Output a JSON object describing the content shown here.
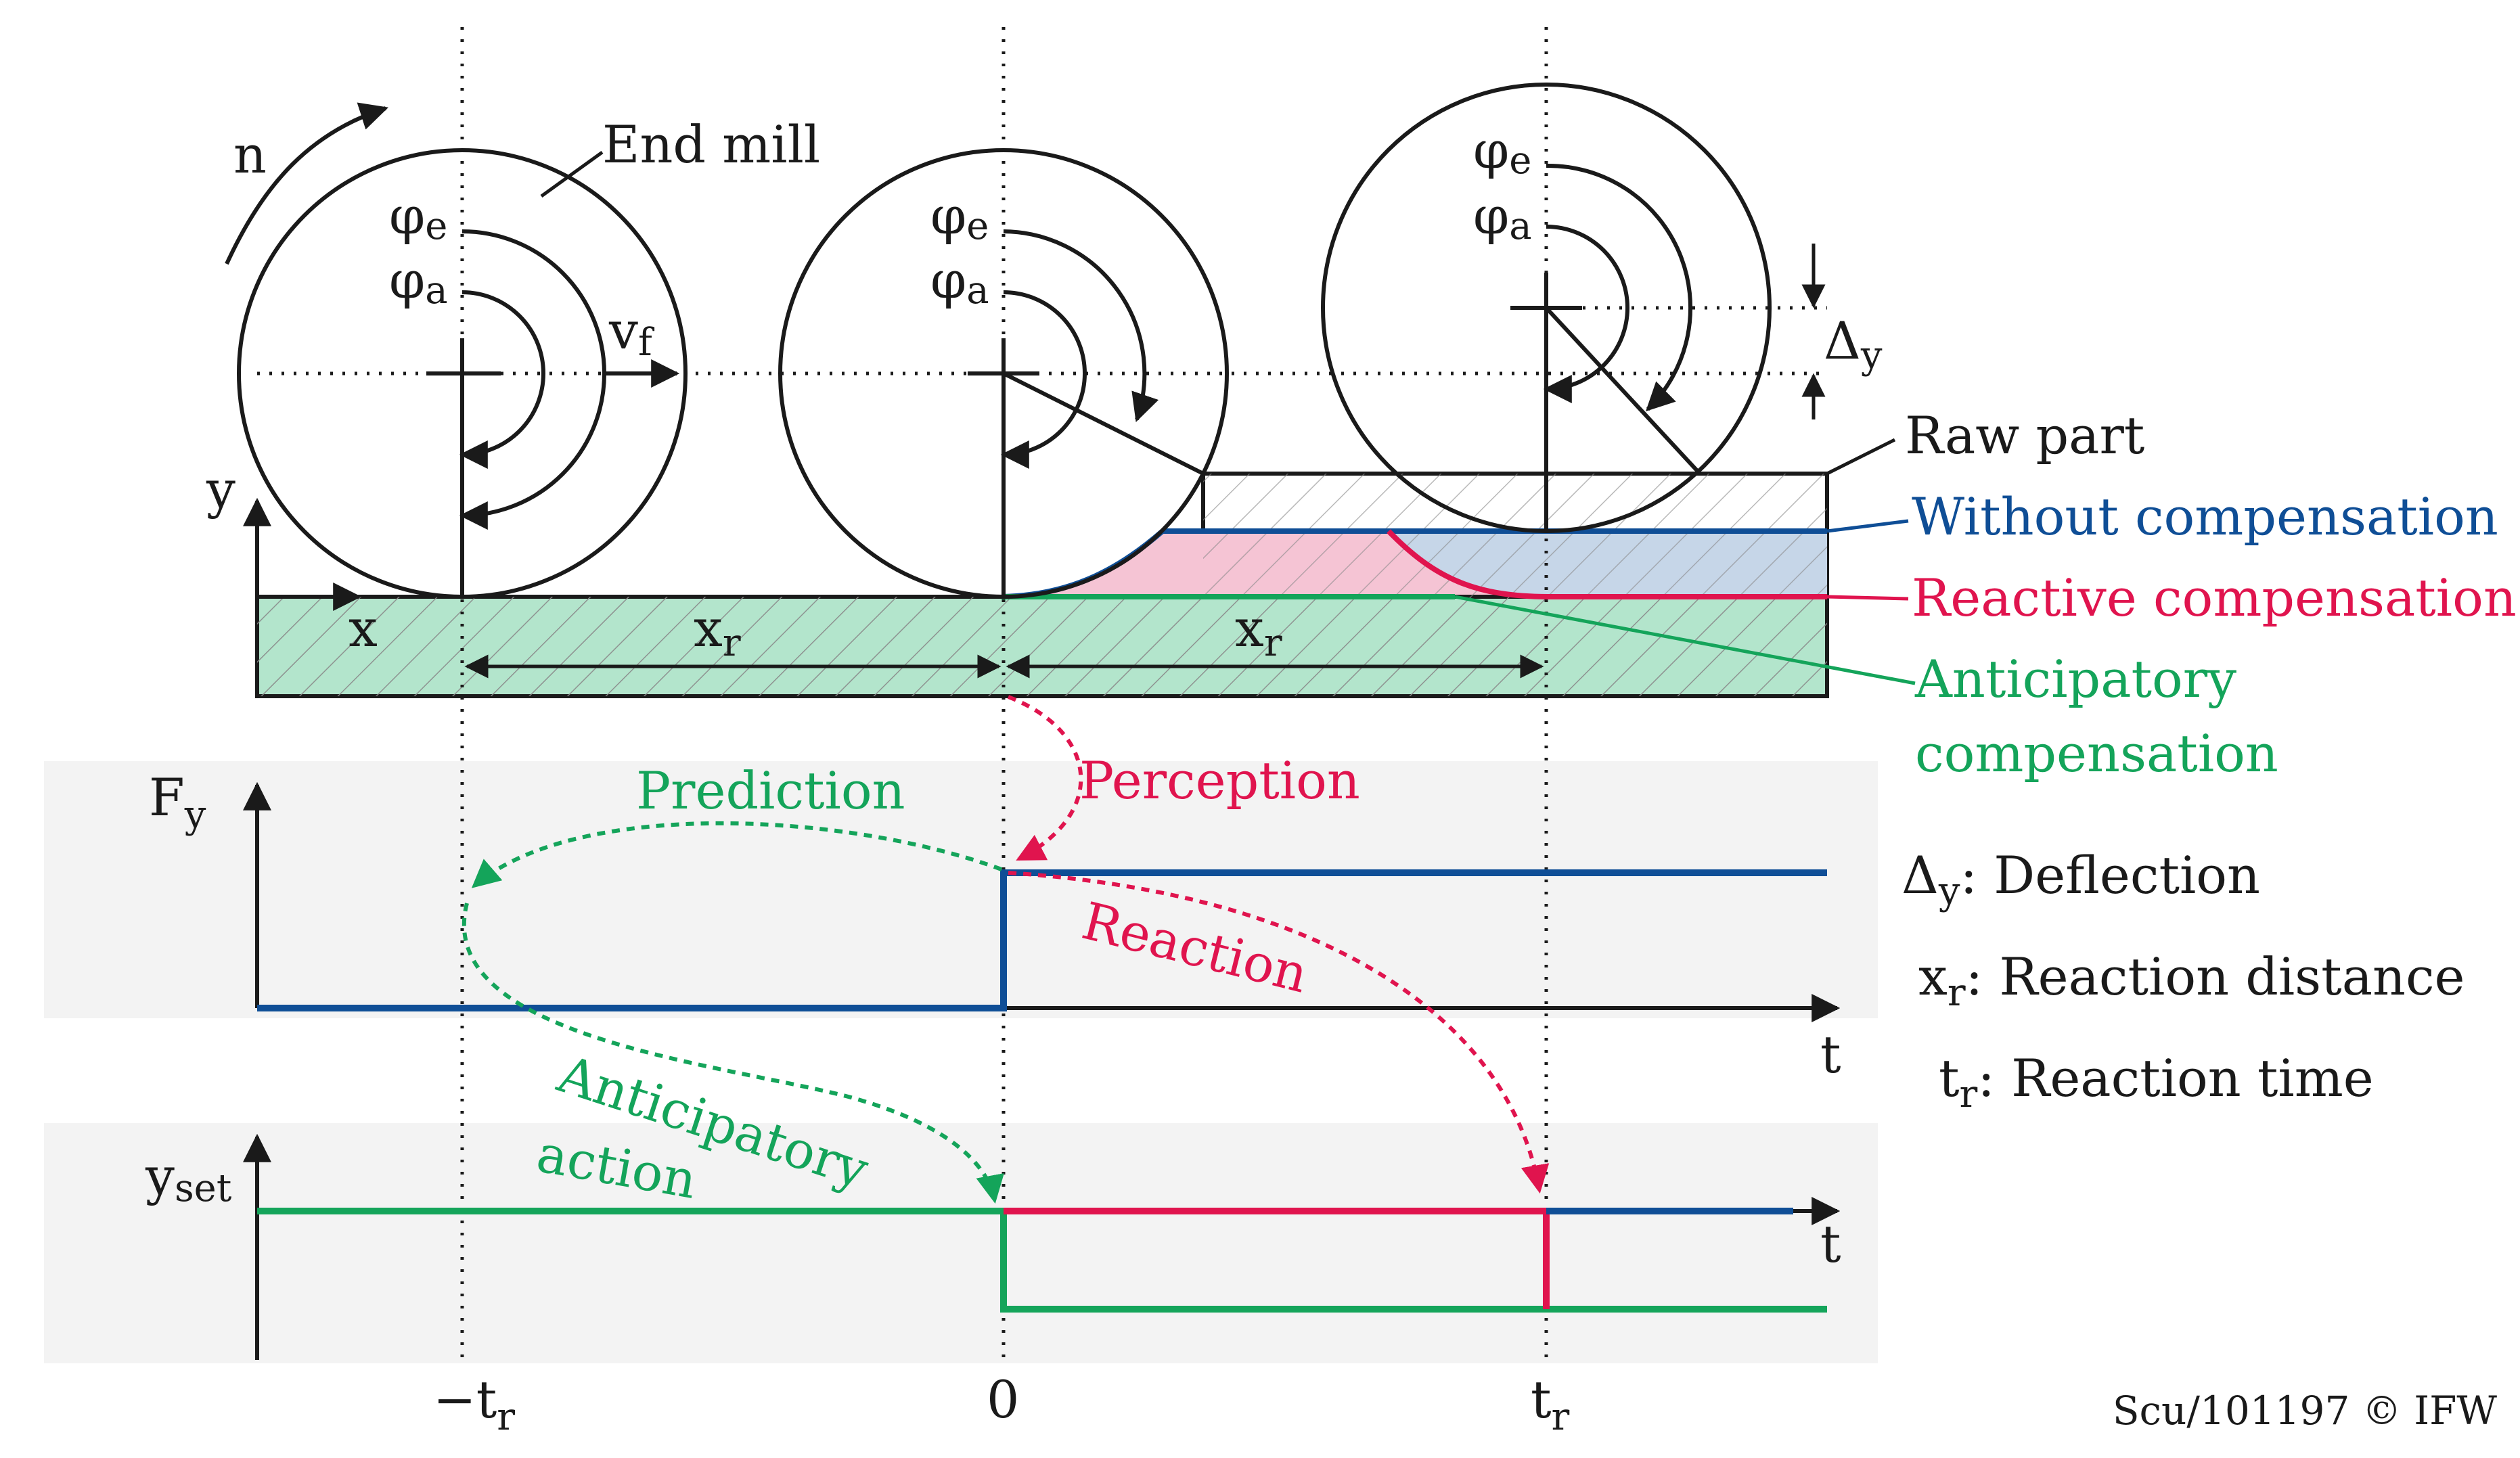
{
  "colors": {
    "without": "#0f4e96",
    "reactive": "#e0144e",
    "anticipatory": "#14a45a",
    "part_green": "#b3e5cc",
    "pink": "#f5c4d4",
    "lightblue": "#c6d6e8",
    "band": "#f3f3f3"
  },
  "top": {
    "n": "n",
    "end_mill": "End mill",
    "phi": "φ",
    "phi_e_sub": "e",
    "phi_a_sub": "a",
    "v": "v",
    "v_sub": "f",
    "y_axis": "y",
    "x_axis": "x",
    "x": "x",
    "r_sub": "r",
    "delta": "Δ",
    "delta_sub": "y"
  },
  "legend": {
    "raw_part": "Raw part",
    "without": "Without compensation",
    "reactive": "Reactive compensation",
    "anticipatory_1": "Anticipatory",
    "anticipatory_2": "compensation"
  },
  "chart1": {
    "f": "F",
    "f_sub": "y",
    "t": "t",
    "prediction": "Prediction",
    "perception": "Perception",
    "reaction": "Reaction"
  },
  "chart2": {
    "y": "y",
    "y_sub": "set",
    "t": "t",
    "anticipatory": "Anticipatory",
    "action": "action"
  },
  "ticks": {
    "minus": "−",
    "t": "t",
    "r_sub": "r",
    "zero": "0"
  },
  "definitions": [
    {
      "sym": "Δ",
      "sub": "y",
      "text": ": Deflection"
    },
    {
      "sym": "x",
      "sub": "r",
      "text": ": Reaction distance"
    },
    {
      "sym": "t",
      "sub": "r",
      "text": ": Reaction time"
    }
  ],
  "copyright": "Scu/101197 © IFW"
}
